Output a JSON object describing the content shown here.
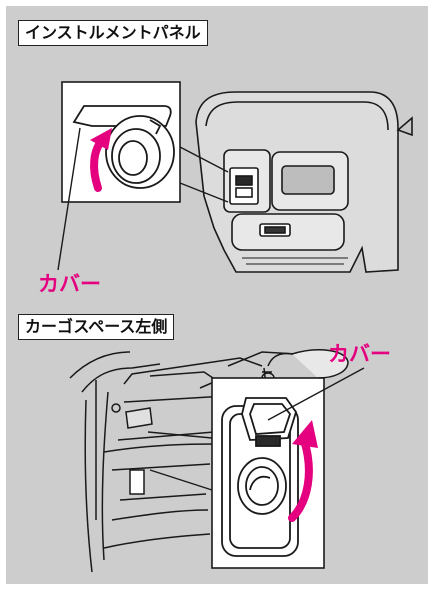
{
  "sections": {
    "instrument_panel": {
      "label": "インストルメントパネル",
      "callout": "カバー"
    },
    "cargo_space": {
      "label": "カーゴスペース左側",
      "callout": "カバー"
    }
  },
  "colors": {
    "accent": "#e4007f",
    "panel_bg": "#cdcdcd",
    "line": "#1a1a1a"
  }
}
